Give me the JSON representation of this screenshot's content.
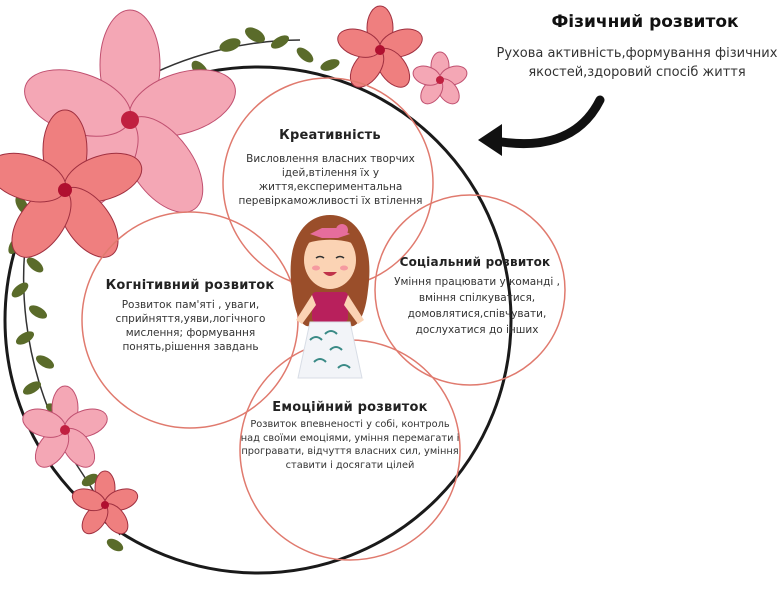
{
  "physical": {
    "title": "Фізичний розвиток",
    "description": "Рухова активність,формування фізичних якостей,здоровий спосіб життя"
  },
  "circles": {
    "creativity": {
      "title": "Креативність",
      "description": "Висловлення власних творчих ідей,втілення їх у життя,експериментальна перевіркаможливості їх втілення"
    },
    "cognitive": {
      "title": "Когнітивний розвиток",
      "description": "Розвиток пам'яті , уваги, сприйняття,уяви,логічного мислення; формування понять,рішення завдань"
    },
    "social": {
      "title": "Соціальний розвиток",
      "description": "Уміння працювати у команді , вміння спілкуватися, домовлятися,співчувати, дослухатися до інших"
    },
    "emotional": {
      "title": "Емоційний розвиток",
      "description": "Розвиток впевненості у собі, контроль над своїми емоціями, уміння перемагати і програвати, відчуття власних сил, уміння ставити і досягати цілей"
    }
  },
  "colors": {
    "circle_stroke": "#e07a6e",
    "big_circle": "#1a1a1a",
    "petal_light": "#f4a7b5",
    "petal_dark": "#ef7f7f",
    "leaf": "#5a6b2a",
    "dress": "#b8205c",
    "hair": "#9a4e2a"
  },
  "icons": [
    "flower-icon",
    "leaf-icon",
    "curved-arrow-icon",
    "girl-illustration-icon"
  ]
}
